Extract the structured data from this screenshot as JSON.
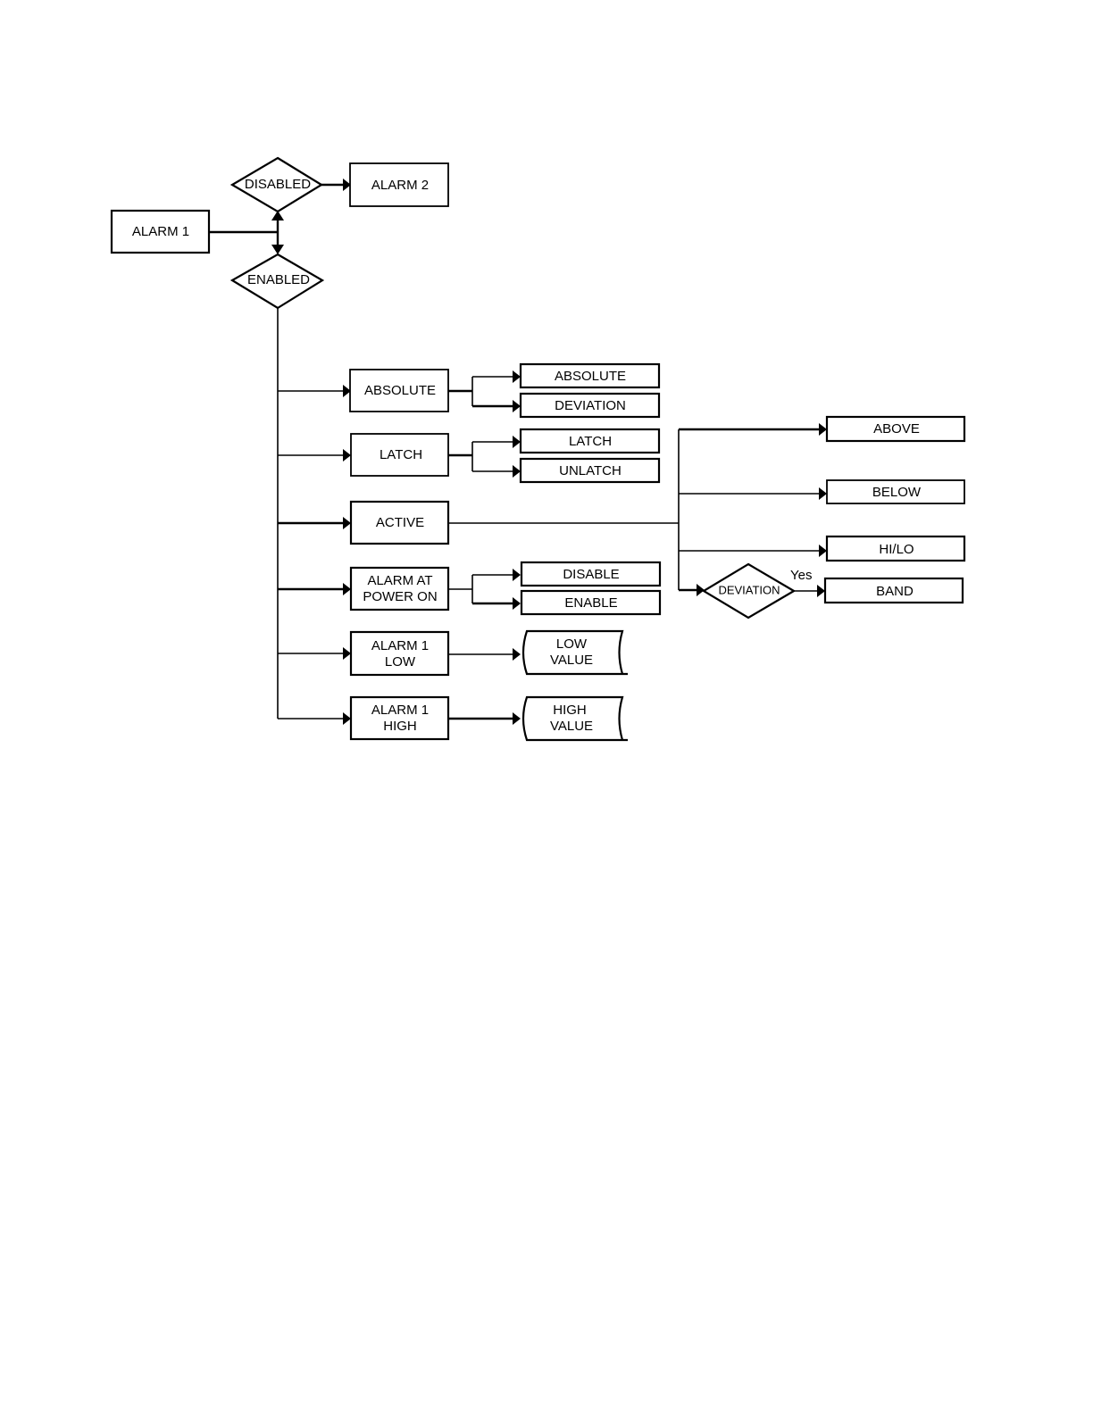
{
  "root": {
    "label": "ALARM 1"
  },
  "decisions": {
    "disabled": "DISABLED",
    "enabled": "ENABLED",
    "deviation": "DEVIATION"
  },
  "alarm2": "ALARM 2",
  "menu": {
    "absolute": "ABSOLUTE",
    "latch": "LATCH",
    "active": "ACTIVE",
    "power_on": [
      "ALARM AT",
      "POWER ON"
    ],
    "alarm1_low": [
      "ALARM 1",
      "LOW"
    ],
    "alarm1_high": [
      "ALARM 1",
      "HIGH"
    ]
  },
  "options": {
    "absolute": [
      "ABSOLUTE",
      "DEVIATION"
    ],
    "latch": [
      "LATCH",
      "UNLATCH"
    ],
    "power_on": [
      "DISABLE",
      "ENABLE"
    ],
    "low_value": [
      "LOW",
      "VALUE"
    ],
    "high_value": [
      "HIGH",
      "VALUE"
    ],
    "active": [
      "ABOVE",
      "BELOW",
      "HI/LO",
      "BAND"
    ]
  },
  "yes_label": "Yes"
}
